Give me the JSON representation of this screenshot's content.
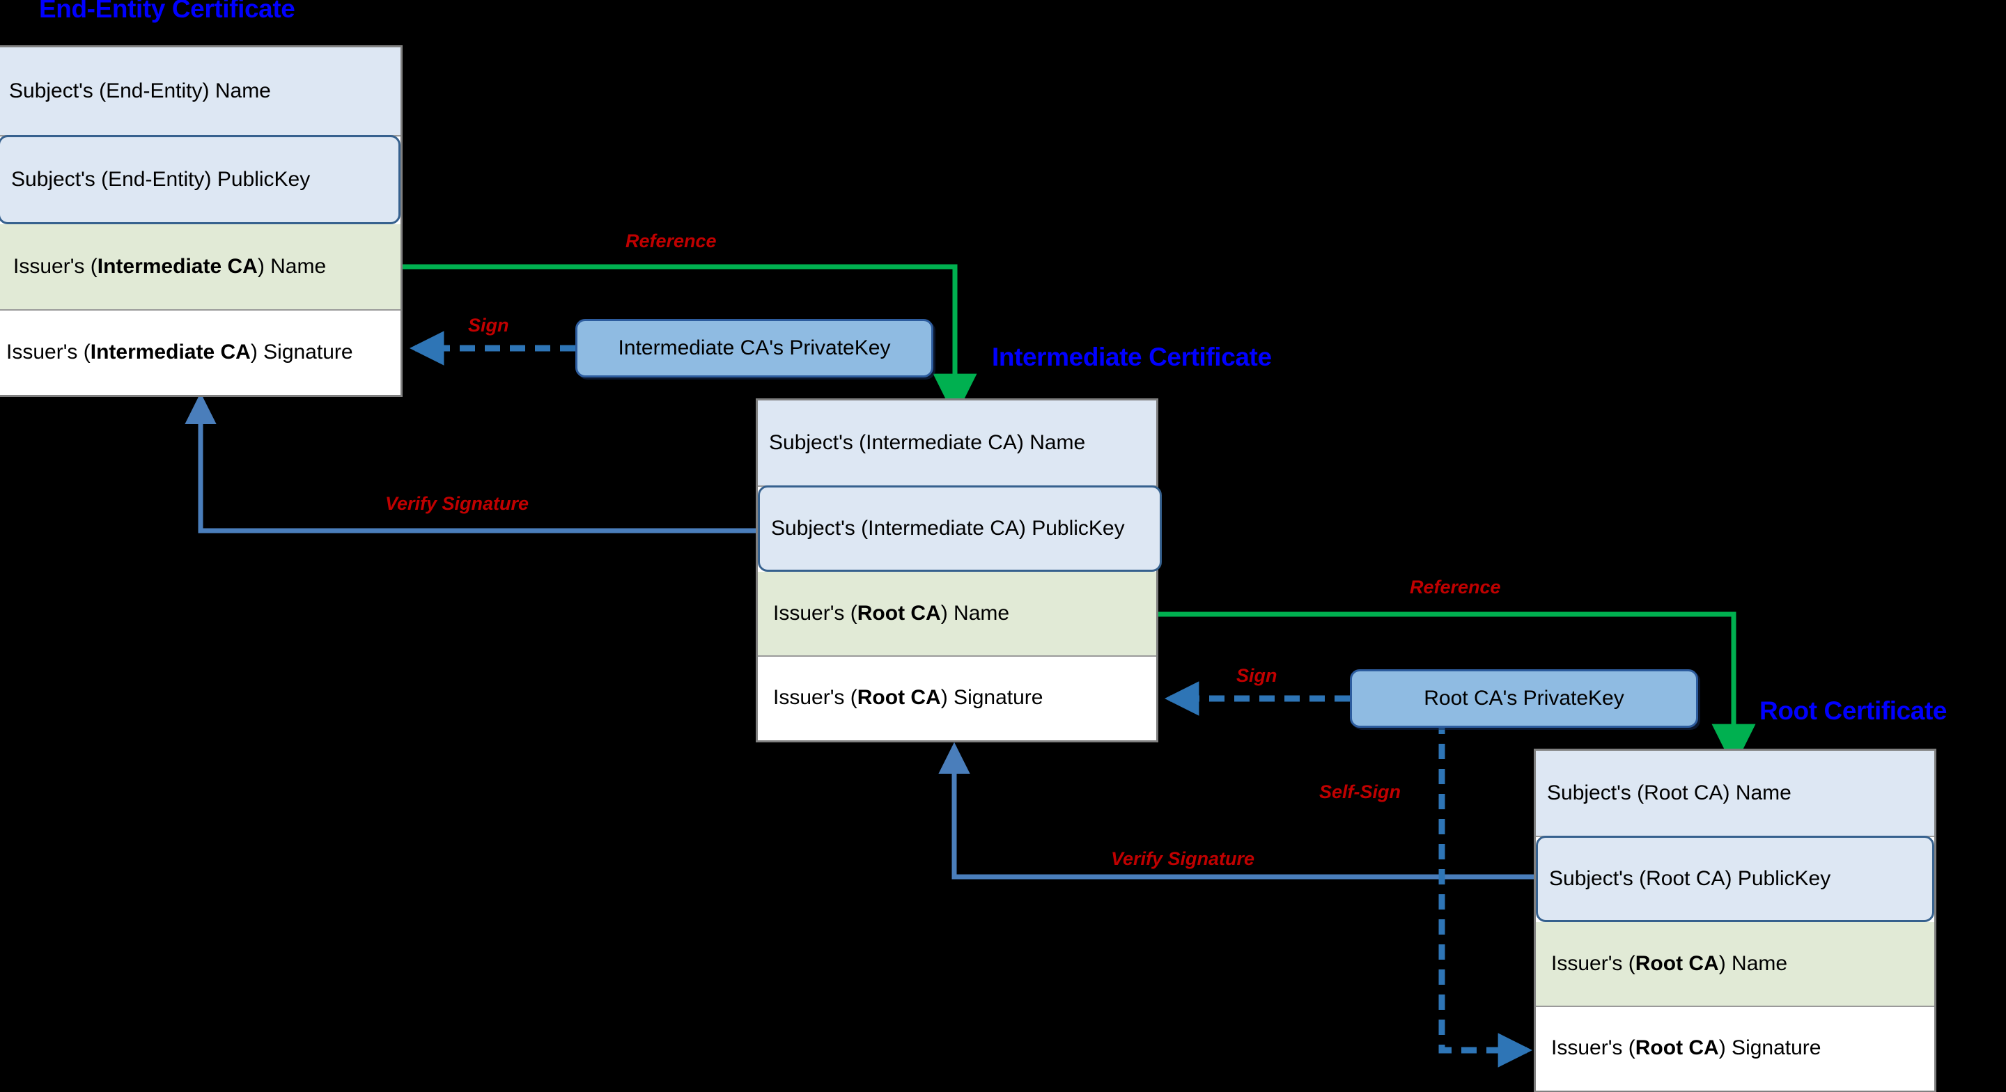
{
  "diagram": {
    "background_color": "#000000",
    "title_color": "#0000ff",
    "label_color": "#c00000",
    "reference_arrow_color": "#00b050",
    "sign_arrow_color": "#2e75b6",
    "verify_arrow_color": "#4a7ebb"
  },
  "certificates": [
    {
      "title": "End-Entity Certificate",
      "rows": [
        {
          "kind": "subject-name",
          "text": "Subject's (End-Entity) Name",
          "prefix": "Subject's (End-Entity) Name",
          "bold": "",
          "suffix": ""
        },
        {
          "kind": "subject-key",
          "text": "Subject's (End-Entity) PublicKey",
          "prefix": "Subject's (End-Entity) PublicKey",
          "bold": "",
          "suffix": ""
        },
        {
          "kind": "issuer-name",
          "text": "Issuer's (Intermediate CA) Name",
          "prefix": "Issuer's (",
          "bold": "Intermediate CA",
          "suffix": ") Name"
        },
        {
          "kind": "issuer-sig",
          "text": "Issuer's (Intermediate CA) Signature",
          "prefix": "Issuer's (",
          "bold": "Intermediate CA",
          "suffix": ") Signature"
        }
      ]
    },
    {
      "title": "Intermediate Certificate",
      "rows": [
        {
          "kind": "subject-name",
          "text": "Subject's (Intermediate CA) Name",
          "prefix": "Subject's (Intermediate CA) Name",
          "bold": "",
          "suffix": ""
        },
        {
          "kind": "subject-key",
          "text": "Subject's (Intermediate CA) PublicKey",
          "prefix": "Subject's (Intermediate CA) PublicKey",
          "bold": "",
          "suffix": ""
        },
        {
          "kind": "issuer-name",
          "text": "Issuer's (Root CA) Name",
          "prefix": "Issuer's (",
          "bold": "Root CA",
          "suffix": ") Name"
        },
        {
          "kind": "issuer-sig",
          "text": "Issuer's (Root CA) Signature",
          "prefix": "Issuer's (",
          "bold": "Root CA",
          "suffix": ") Signature"
        }
      ]
    },
    {
      "title": "Root Certificate",
      "rows": [
        {
          "kind": "subject-name",
          "text": "Subject's (Root CA) Name",
          "prefix": "Subject's (Root CA) Name",
          "bold": "",
          "suffix": ""
        },
        {
          "kind": "subject-key",
          "text": "Subject's (Root CA) PublicKey",
          "prefix": "Subject's (Root CA) PublicKey",
          "bold": "",
          "suffix": ""
        },
        {
          "kind": "issuer-name",
          "text": "Issuer's (Root CA) Name",
          "prefix": "Issuer's (",
          "bold": "Root CA",
          "suffix": ") Name"
        },
        {
          "kind": "issuer-sig",
          "text": "Issuer's (Root CA) Signature",
          "prefix": "Issuer's (",
          "bold": "Root CA",
          "suffix": ") Signature"
        }
      ]
    }
  ],
  "private_keys": [
    {
      "label": "Intermediate CA's PrivateKey"
    },
    {
      "label": "Root CA's PrivateKey"
    }
  ],
  "edge_labels": {
    "reference_top": "Reference",
    "reference_bottom": "Reference",
    "sign_top": "Sign",
    "sign_bottom": "Sign",
    "verify_top": "Verify Signature",
    "verify_bottom": "Verify Signature",
    "self_sign": "Self-Sign"
  }
}
